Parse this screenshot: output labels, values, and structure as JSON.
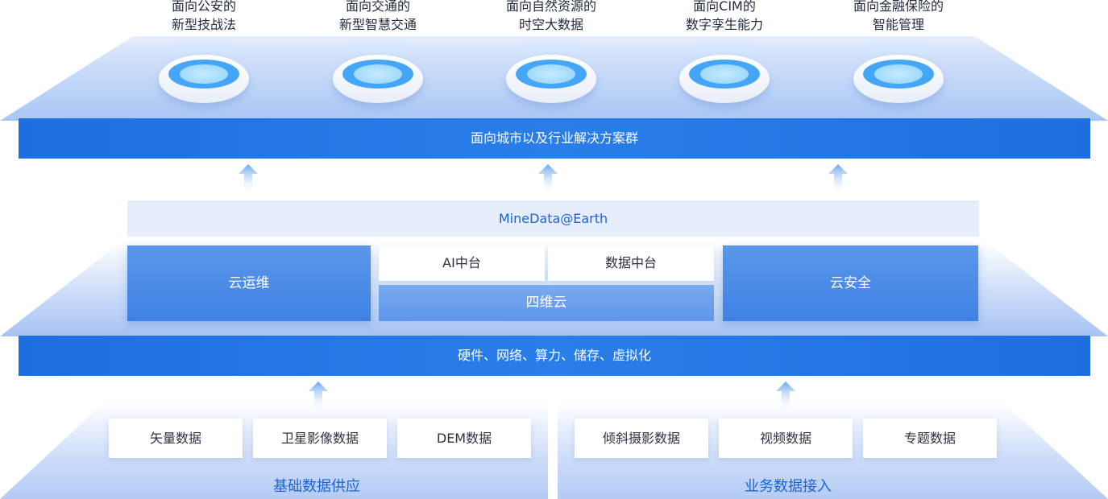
{
  "solutions": [
    {
      "line1": "面向公安的",
      "line2": "新型技战法"
    },
    {
      "line1": "面向交通的",
      "line2": "新型智慧交通"
    },
    {
      "line1": "面向自然资源的",
      "line2": "时空大数据"
    },
    {
      "line1": "面向CIM的",
      "line2": "数字孪生能力"
    },
    {
      "line1": "面向金融保险的",
      "line2": "智能管理"
    }
  ],
  "solution_band": "面向城市以及行业解决方案群",
  "platform": {
    "title": "MineData@Earth",
    "cloud_ops": "云运维",
    "ai_center": "AI中台",
    "data_center": "数据中台",
    "four_d_cloud": "四维云",
    "cloud_security": "云安全"
  },
  "infra_band": "硬件、网络、算力、储存、虚拟化",
  "data_groups": [
    {
      "label": "基础数据供应",
      "items": [
        "矢量数据",
        "卫星影像数据",
        "DEM数据"
      ]
    },
    {
      "label": "业务数据接入",
      "items": [
        "倾斜摄影数据",
        "视频数据",
        "专题数据"
      ]
    }
  ],
  "colors": {
    "primary": "#1f6ee0",
    "accent_text": "#1b64d6",
    "block": "#4a8be6"
  }
}
